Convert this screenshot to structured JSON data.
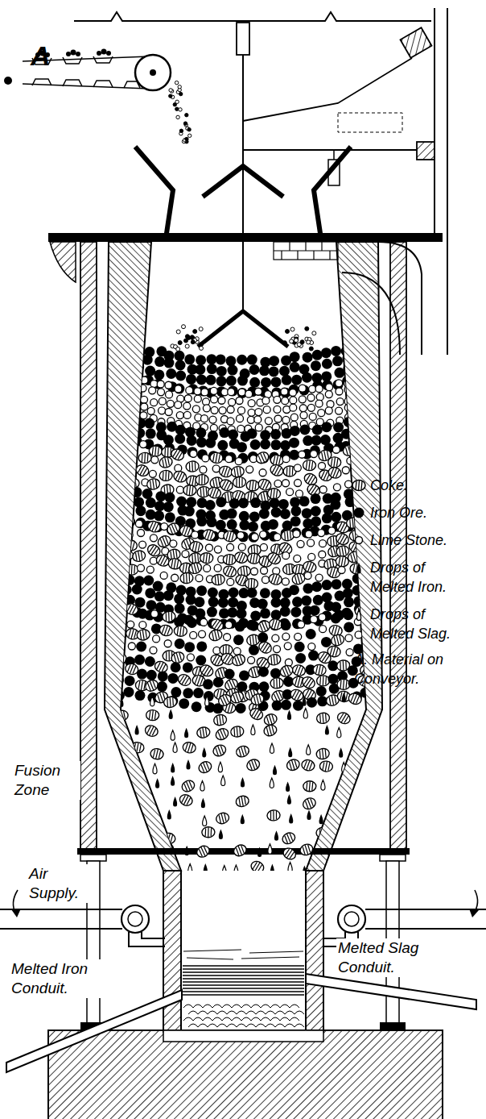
{
  "diagram": {
    "labels": [
      "A",
      "Fusion Zone",
      "Air Supply.",
      "Melted Iron Conduit.",
      "Melted Slag Conduit."
    ],
    "legend": [
      {
        "text": "Coke."
      },
      {
        "text": "Iron Ore."
      },
      {
        "text": "Lime Stone."
      },
      {
        "text": "Drops of Melted Iron."
      },
      {
        "text": "Drops of Melted Slag."
      },
      {
        "text": "A. Material on Conveyor."
      }
    ]
  }
}
